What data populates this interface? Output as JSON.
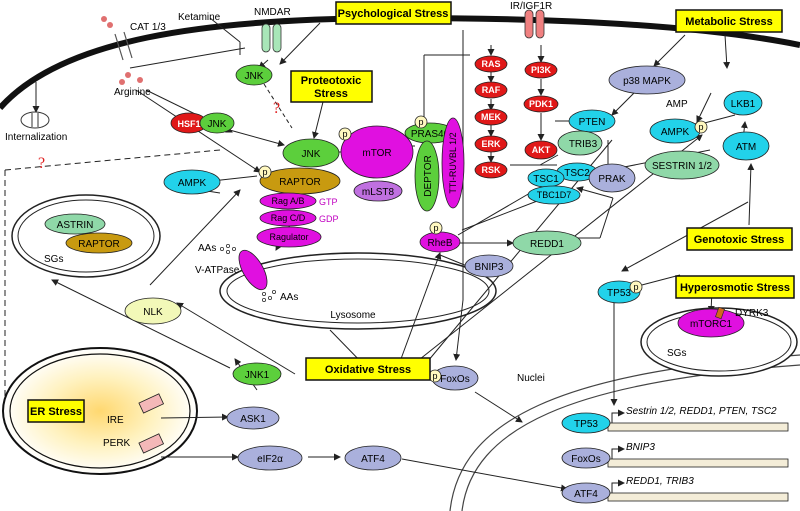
{
  "stress_boxes": {
    "psychological": "Psychological Stress",
    "proteotoxic": "Proteotoxic Stress",
    "metabolic": "Metabolic Stress",
    "genotoxic": "Genotoxic Stress",
    "hyperosmotic": "Hyperosmotic Stress",
    "oxidative": "Oxidative Stress",
    "er": "ER Stress"
  },
  "membrane": {
    "cat13": "CAT 1/3",
    "arginine": "Arginine",
    "internalization": "Internalization",
    "ketamine": "Ketamine",
    "nmdar": "NMDAR",
    "irigf1r": "IR/IGF1R",
    "amp": "AMP"
  },
  "nodes": {
    "jnk_top": "JNK",
    "hsf1": "HSF1",
    "jnk_left": "JNK",
    "jnk_main": "JNK",
    "mtor": "mTOR",
    "raptor": "RAPTOR",
    "mlst8": "mLST8",
    "ampk_left": "AMPK",
    "rag_ab": "Rag A/B",
    "rag_cd": "Rag C/D",
    "gtp": "GTP",
    "gdp": "GDP",
    "ragulator": "Ragulator",
    "pras40": "PRAS40",
    "deptor": "DEPTOR",
    "tti": "TTI-RUVBL 1/2",
    "ras": "RAS",
    "raf": "RAF",
    "mek": "MEK",
    "erk": "ERK",
    "rsk": "RSK",
    "pi3k": "PI3K",
    "pdk1": "PDK1",
    "akt": "AKT",
    "pten": "PTEN",
    "trib3": "TRIB3",
    "tsc2": "TSC2",
    "tsc1": "TSC1",
    "tbc1d7": "TBC1D7",
    "rheb": "RheB",
    "redd1": "REDD1",
    "bnip3": "BNIP3",
    "p38": "p38 MAPK",
    "prak": "PRAK",
    "ampk_right": "AMPK",
    "lkb1": "LKB1",
    "sestrin": "SESTRIN 1/2",
    "atm": "ATM",
    "tp53": "TP53",
    "dyrk3": "DYRK3",
    "mtorc1": "mTORC1",
    "sgs_right": "SGs",
    "astrin": "ASTRIN",
    "raptor_sg": "RAPTOR",
    "sgs_left": "SGs",
    "aas": "AAs",
    "aas2": "AAs",
    "vatpase": "V-ATPase",
    "lysosome": "Lysosome",
    "nlk": "NLK",
    "jnk1": "JNK1",
    "ask1": "ASK1",
    "ire": "IRE",
    "perk": "PERK",
    "eif2a": "eIF2α",
    "atf4": "ATF4",
    "foxos": "FoxOs",
    "nuclei": "Nuclei",
    "p": "p",
    "q": "?"
  },
  "nucleus": {
    "tp53": "TP53",
    "foxos": "FoxOs",
    "atf4": "ATF4",
    "tp53_targets": "Sestrin 1/2, REDD1, PTEN, TSC2",
    "foxos_targets": "BNIP3",
    "atf4_targets": "REDD1, TRIB3"
  },
  "colors": {
    "green": "#5ccf3c",
    "red": "#e01818",
    "cyan": "#22d2ea",
    "magenta": "#e010e0",
    "gold": "#c89a10",
    "lightgreen": "#8fd8a8",
    "lavender": "#aab0dc",
    "yellow": "#ffff00",
    "pale": "#f2f8b8",
    "purple": "#c070e0"
  }
}
